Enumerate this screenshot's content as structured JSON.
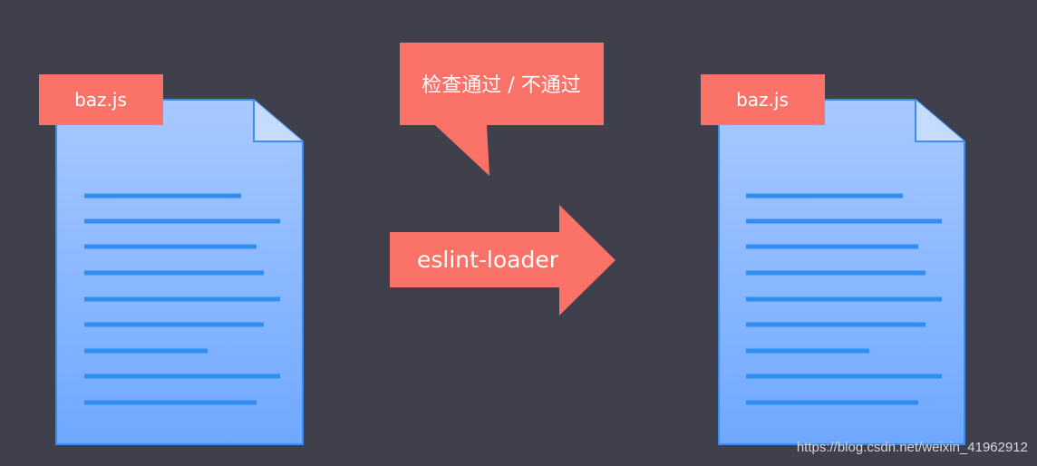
{
  "source_file": {
    "label": "baz.js"
  },
  "output_file": {
    "label": "baz.js"
  },
  "speech_bubble": {
    "text": "检查通过 / 不通过"
  },
  "arrow": {
    "label": "eslint-loader"
  },
  "watermark": {
    "text": "https://blog.csdn.net/weixin_41962912"
  },
  "colors": {
    "background": "#40404c",
    "accent": "#fa7268",
    "document_fill_top": "#a8c9ff",
    "document_fill_bottom": "#6fa8ff",
    "document_stroke": "#3d8cf0",
    "text_line": "#2f8ef0"
  }
}
